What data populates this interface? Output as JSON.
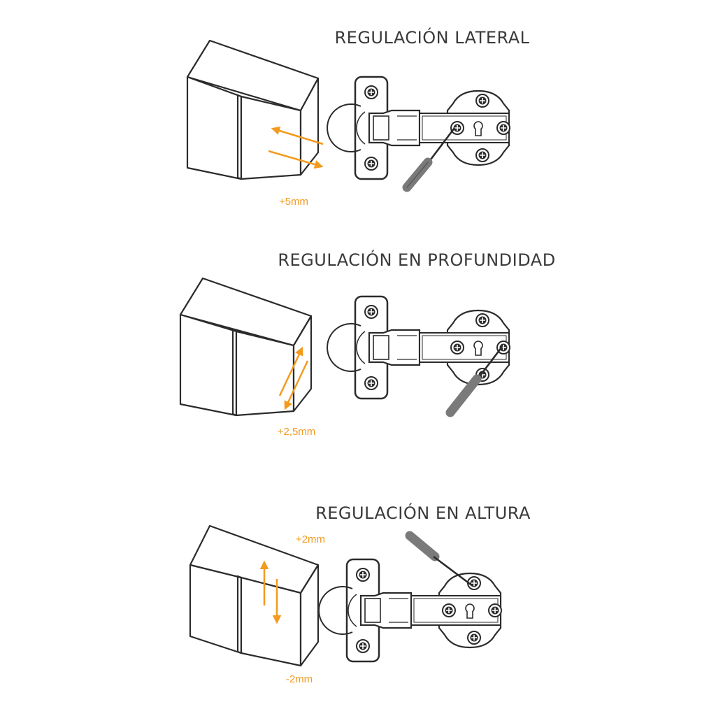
{
  "colors": {
    "accent": "#f39a1f",
    "line": "#2b2b2b",
    "title": "#3a3a3a",
    "tool": "#7a7a7a"
  },
  "sections": [
    {
      "title": "REGULACIÓN LATERAL",
      "measures": [
        "+5mm"
      ]
    },
    {
      "title": "REGULACIÓN EN PROFUNDIDAD",
      "measures": [
        "+2,5mm"
      ]
    },
    {
      "title": "REGULACIÓN EN ALTURA",
      "measures": [
        "+2mm",
        "-2mm"
      ]
    }
  ],
  "icons": [
    "cabinet-icon",
    "hinge-icon",
    "screwdriver-icon",
    "double-arrow-icon"
  ]
}
